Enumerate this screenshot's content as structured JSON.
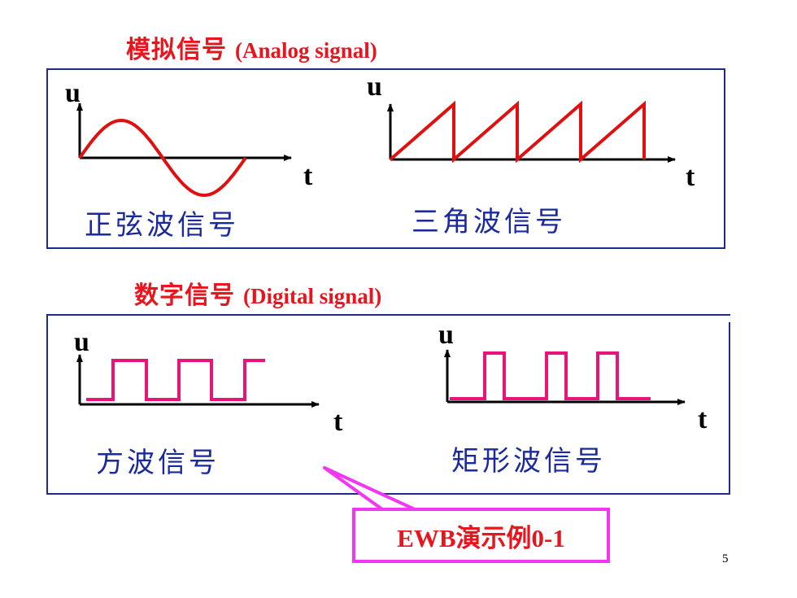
{
  "analog": {
    "title_cn": "模拟信号",
    "title_en": "(Analog   signal)",
    "sine": {
      "caption": "正弦波信号",
      "y_label": "u",
      "x_label": "t"
    },
    "sawtooth": {
      "caption": "三角波信号",
      "y_label": "u",
      "x_label": "t"
    }
  },
  "digital": {
    "title_cn": "数字信号",
    "title_en": "(Digital  signal)",
    "square": {
      "caption": "方波信号",
      "y_label": "u",
      "x_label": "t"
    },
    "rect": {
      "caption": "矩形波信号",
      "y_label": "u",
      "x_label": "t"
    }
  },
  "demo_label": "EWB演示例0-1",
  "page_number": "5",
  "colors": {
    "heading": "#e8141e",
    "frame": "#1e2a8c",
    "caption": "#1a2a9c",
    "analog_wave": "#e01010",
    "digital_wave": "#e8147a",
    "callout": "#f236f2"
  }
}
